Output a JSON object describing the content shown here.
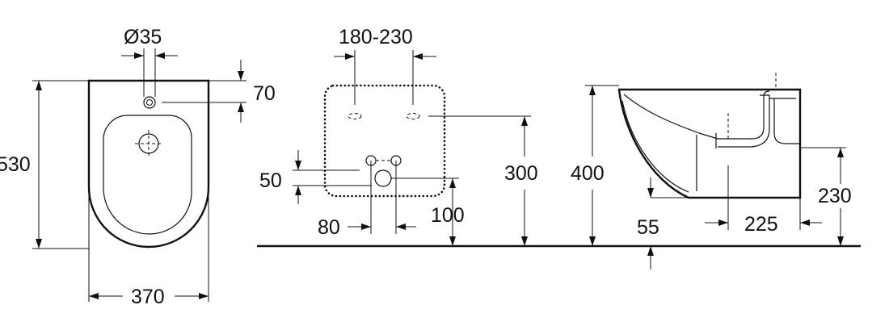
{
  "front_view": {
    "tap_hole_diameter": "Ø35",
    "tap_hole_offset": "70",
    "height": "530",
    "width": "370"
  },
  "wall_view": {
    "fixing_spacing": "180-230",
    "fixing_height": "300",
    "inlet_spacing": "50",
    "inlet_offset": "80",
    "inlet_height": "100"
  },
  "side_view": {
    "total_height": "400",
    "outlet_height": "230",
    "rim_offset": "55",
    "outlet_distance": "225"
  }
}
